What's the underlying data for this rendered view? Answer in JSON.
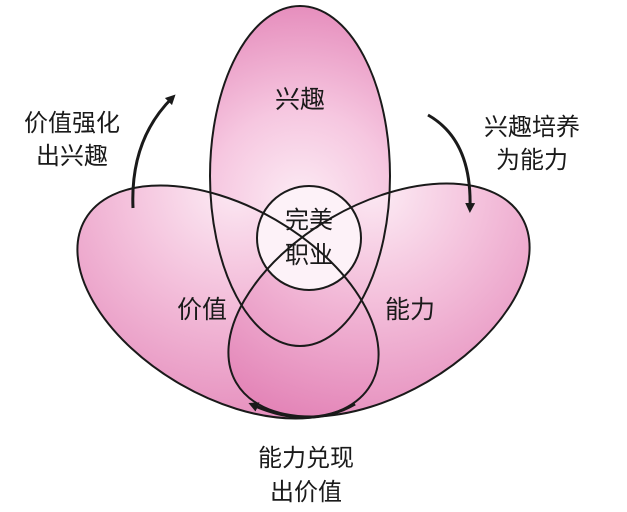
{
  "diagram": {
    "petals": {
      "top": "兴趣",
      "left": "价值",
      "right": "能力"
    },
    "center": {
      "line1": "完美",
      "line2": "职业"
    },
    "cycle": {
      "top_right": {
        "line1": "兴趣培养",
        "line2": "为能力"
      },
      "bottom": {
        "line1": "能力兑现",
        "line2": "出价值"
      },
      "top_left": {
        "line1": "价值强化",
        "line2": "出兴趣"
      }
    }
  },
  "colors": {
    "petal_fill_inner": "#fbe6f1",
    "petal_fill_outer": "#e78ebe",
    "center_fill": "#fdf3f8",
    "outline": "#1a1a1a",
    "arrow": "#1a1a1a"
  }
}
